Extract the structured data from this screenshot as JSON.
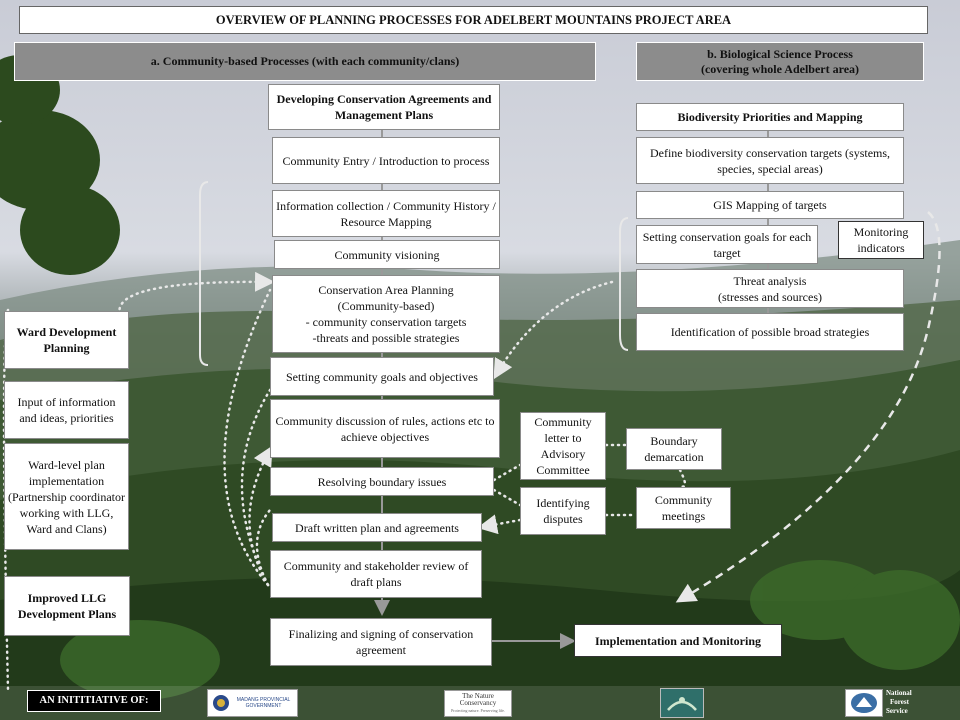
{
  "title": "OVERVIEW OF PLANNING PROCESSES FOR ADELBERT MOUNTAINS PROJECT AREA",
  "sections": {
    "a": "a.  Community-based Processes (with each community/clans)",
    "b_line1": "b.  Biological Science Process",
    "b_line2": "(covering whole Adelbert area)"
  },
  "community": {
    "plans_header": "Developing Conservation Agreements and Management Plans",
    "entry": "Community Entry / Introduction to process",
    "info": "Information collection / Community History / Resource Mapping",
    "visioning": "Community visioning",
    "cap": [
      "Conservation Area Planning",
      "(Community-based)",
      "- community conservation targets",
      "-threats and possible strategies"
    ],
    "goals": "Setting community goals and objectives",
    "discussion": "Community discussion of rules, actions etc to achieve objectives",
    "boundary": "Resolving boundary issues",
    "draft": "Draft written plan and agreements",
    "review": "Community and stakeholder review of draft plans",
    "finalizing": "Finalizing and signing of conservation agreement"
  },
  "side": {
    "letter": "Community letter to Advisory Committee",
    "disputes": "Identifying disputes",
    "demarcation": "Boundary demarcation",
    "meetings": "Community meetings"
  },
  "ward": {
    "planning": "Ward Development Planning",
    "input": "Input of information and ideas, priorities",
    "implementation": "Ward-level plan implementation (Partnership coordinator working with LLG, Ward and Clans)",
    "improved": "Improved LLG Development Plans"
  },
  "bio": {
    "header": "Biodiversity Priorities and Mapping",
    "define": "Define biodiversity conservation targets (systems, species, special areas)",
    "gis": "GIS Mapping of targets",
    "goals": "Setting conservation goals for each target",
    "monitoring": "Monitoring indicators",
    "threat_1": "Threat analysis",
    "threat_2": "(stresses and sources)",
    "strategies": "Identification of possible broad strategies"
  },
  "implementation": "Implementation and Monitoring",
  "footer": {
    "initiative": "AN INITITIATIVE OF:",
    "logo_madang": "MADANG PROVINCIAL GOVERNMENT",
    "logo_tnc_1": "The Nature",
    "logo_tnc_2": "Conservancy",
    "logo_tnc_3": "Protecting nature. Preserving life.",
    "logo_nfs_1": "National",
    "logo_nfs_2": "Forest",
    "logo_nfs_3": "Service"
  },
  "colors": {
    "header_grey": "#8c8c8c",
    "connector": "#e8e8e8",
    "footer_bar": "#000000"
  }
}
